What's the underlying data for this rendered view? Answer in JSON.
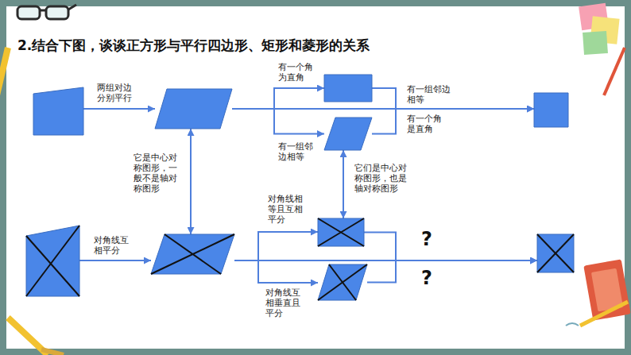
{
  "diagram": {
    "title": "2.结合下图，谈谈正方形与平行四边形、矩形和菱形的关系",
    "nodes": [
      {
        "text": []
      },
      {
        "text": []
      },
      {
        "text": []
      },
      {
        "text": []
      },
      {
        "text": []
      },
      {
        "text": []
      },
      {
        "text": []
      },
      {
        "text": []
      },
      {
        "text": []
      },
      {
        "text": []
      }
    ],
    "edges": [
      {
        "from": 0,
        "to": 1,
        "arrow": "to",
        "label": "两组对边分别平行"
      },
      {
        "from": 1,
        "to": 2,
        "arrow": "to",
        "label": "有一个角为直角"
      },
      {
        "from": 1,
        "to": 3,
        "arrow": "to",
        "label": "有一组邻边相等"
      },
      {
        "from": 2,
        "to": 4,
        "arrow": "to",
        "label": "有一组邻边相等"
      },
      {
        "from": 3,
        "to": 4,
        "arrow": "to",
        "label": "有一个角是直角"
      },
      {
        "from": 1,
        "to": 6,
        "arrow": "both",
        "label": "它是中心对称图形，一般不是轴对称图形"
      },
      {
        "from": 3,
        "to": 7,
        "arrow": "both",
        "label": "它们是中心对称图形，也是轴对称图形"
      },
      {
        "from": 5,
        "to": 6,
        "arrow": "to",
        "label": "对角线互相平分"
      },
      {
        "from": 6,
        "to": 7,
        "arrow": "to",
        "label": "对角线相等且互相平分"
      },
      {
        "from": 6,
        "to": 8,
        "arrow": "to",
        "label": "对角线互相垂直且平分"
      },
      {
        "from": 7,
        "to": 9,
        "arrow": "to",
        "label": "?"
      },
      {
        "from": 8,
        "to": 9,
        "arrow": "to",
        "label": "?"
      }
    ]
  }
}
